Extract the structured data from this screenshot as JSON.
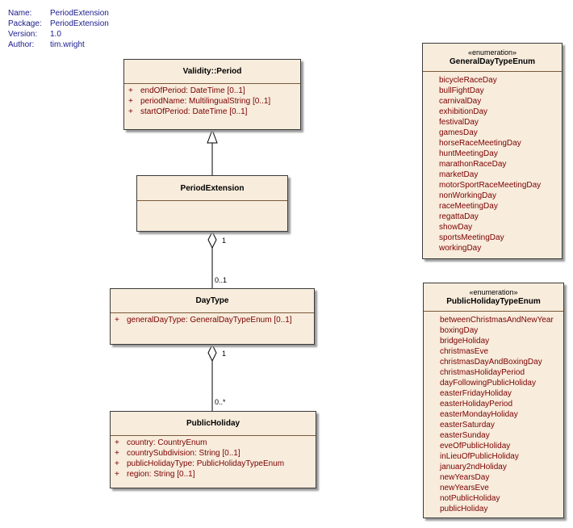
{
  "meta": {
    "name_key": "Name:",
    "name_value": "PeriodExtension",
    "package_key": "Package:",
    "package_value": "PeriodExtension",
    "version_key": "Version:",
    "version_value": "1.0",
    "author_key": "Author:",
    "author_value": "tim.wright"
  },
  "classes": {
    "validity_period": {
      "name": "Validity::Period",
      "attributes": [
        {
          "vis": "+",
          "text": "endOfPeriod:  DateTime [0..1]"
        },
        {
          "vis": "+",
          "text": "periodName:  MultilingualString [0..1]"
        },
        {
          "vis": "+",
          "text": "startOfPeriod:  DateTime [0..1]"
        }
      ]
    },
    "period_extension": {
      "name": "PeriodExtension"
    },
    "day_type": {
      "name": "DayType",
      "attributes": [
        {
          "vis": "+",
          "text": "generalDayType:  GeneralDayTypeEnum [0..1]"
        }
      ]
    },
    "public_holiday": {
      "name": "PublicHoliday",
      "attributes": [
        {
          "vis": "+",
          "text": "country:  CountryEnum"
        },
        {
          "vis": "+",
          "text": "countrySubdivision:  String [0..1]"
        },
        {
          "vis": "+",
          "text": "publicHolidayType:  PublicHolidayTypeEnum"
        },
        {
          "vis": "+",
          "text": "region:  String [0..1]"
        }
      ]
    }
  },
  "enums": {
    "general_day_type": {
      "stereotype": "«enumeration»",
      "name": "GeneralDayTypeEnum",
      "literals": [
        "bicycleRaceDay",
        "bullFightDay",
        "carnivalDay",
        "exhibitionDay",
        "festivalDay",
        "gamesDay",
        "horseRaceMeetingDay",
        "huntMeetingDay",
        "marathonRaceDay",
        "marketDay",
        "motorSportRaceMeetingDay",
        "nonWorkingDay",
        "raceMeetingDay",
        "regattaDay",
        "showDay",
        "sportsMeetingDay",
        "workingDay"
      ]
    },
    "public_holiday_type": {
      "stereotype": "«enumeration»",
      "name": "PublicHolidayTypeEnum",
      "literals": [
        "betweenChristmasAndNewYear",
        "boxingDay",
        "bridgeHoliday",
        "christmasEve",
        "christmasDayAndBoxingDay",
        "christmasHolidayPeriod",
        "dayFollowingPublicHoliday",
        "easterFridayHoliday",
        "easterHolidayPeriod",
        "easterMondayHoliday",
        "easterSaturday",
        "easterSunday",
        "eveOfPublicHoliday",
        "inLieuOfPublicHoliday",
        "january2ndHoliday",
        "newYearsDay",
        "newYearsEve",
        "notPublicHoliday",
        "publicHoliday"
      ]
    }
  },
  "multiplicities": {
    "pe_end": "1",
    "daytype_upper": "0..1",
    "daytype_lower": "1",
    "ph_end": "0..*"
  }
}
